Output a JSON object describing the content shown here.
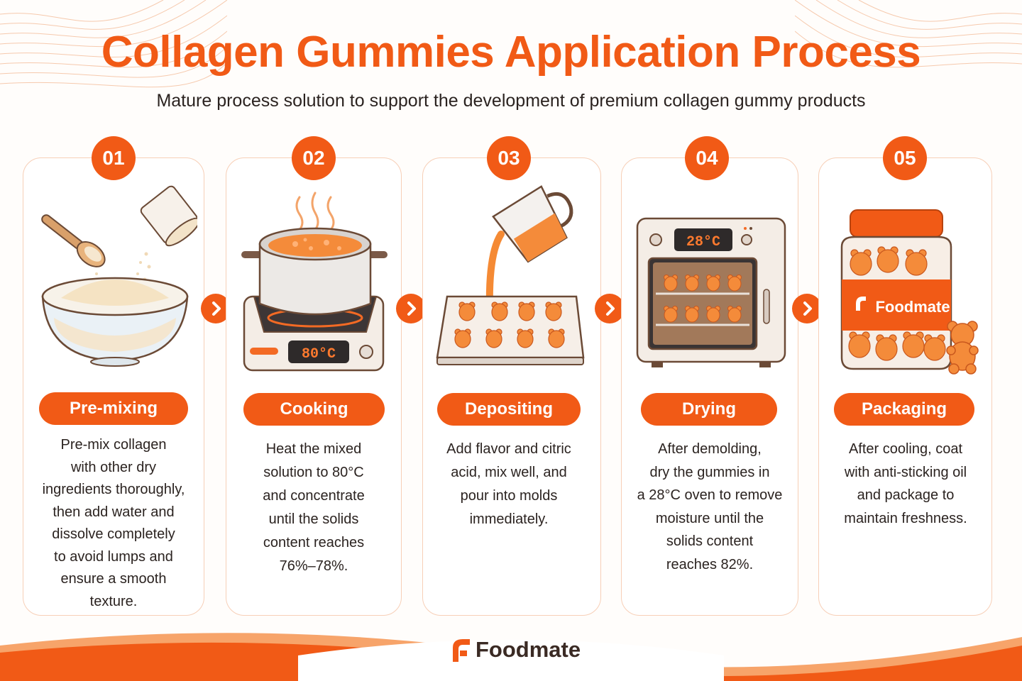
{
  "header": {
    "title": "Collagen Gummies Application Process",
    "subtitle": "Mature process solution to support the development of premium collagen gummy products"
  },
  "steps": [
    {
      "number": "01",
      "label": "Pre-mixing",
      "icon": "mixing-bowl-icon",
      "desc": [
        "Pre-mix collagen",
        "with other dry",
        "ingredients thoroughly,",
        "then add water and",
        "dissolve completely",
        "to avoid lumps and",
        "ensure a smooth",
        "texture."
      ]
    },
    {
      "number": "02",
      "label": "Cooking",
      "icon": "cooking-pot-icon",
      "display": "80°C",
      "desc": [
        "Heat the mixed",
        "solution to 80°C",
        "and concentrate",
        "until the solids",
        "content reaches",
        "76%–78%."
      ]
    },
    {
      "number": "03",
      "label": "Depositing",
      "icon": "depositing-tray-icon",
      "desc": [
        "Add flavor and citric",
        "acid, mix well, and",
        "pour into molds",
        "immediately."
      ]
    },
    {
      "number": "04",
      "label": "Drying",
      "icon": "drying-oven-icon",
      "display": "28°C",
      "desc": [
        "After demolding,",
        "dry the gummies in",
        "a 28°C oven to remove",
        "moisture until the",
        "solids content",
        "reaches 82%."
      ]
    },
    {
      "number": "05",
      "label": "Packaging",
      "icon": "gummy-jar-icon",
      "jar_label": "Foodmate",
      "desc": [
        "After cooling, coat",
        "with anti-sticking oil",
        "and package to",
        "maintain freshness."
      ]
    }
  ],
  "footer": {
    "brand": "Foodmate"
  },
  "colors": {
    "accent": "#f15a16",
    "card_border": "#f7cfb7",
    "text": "#2b2320"
  }
}
